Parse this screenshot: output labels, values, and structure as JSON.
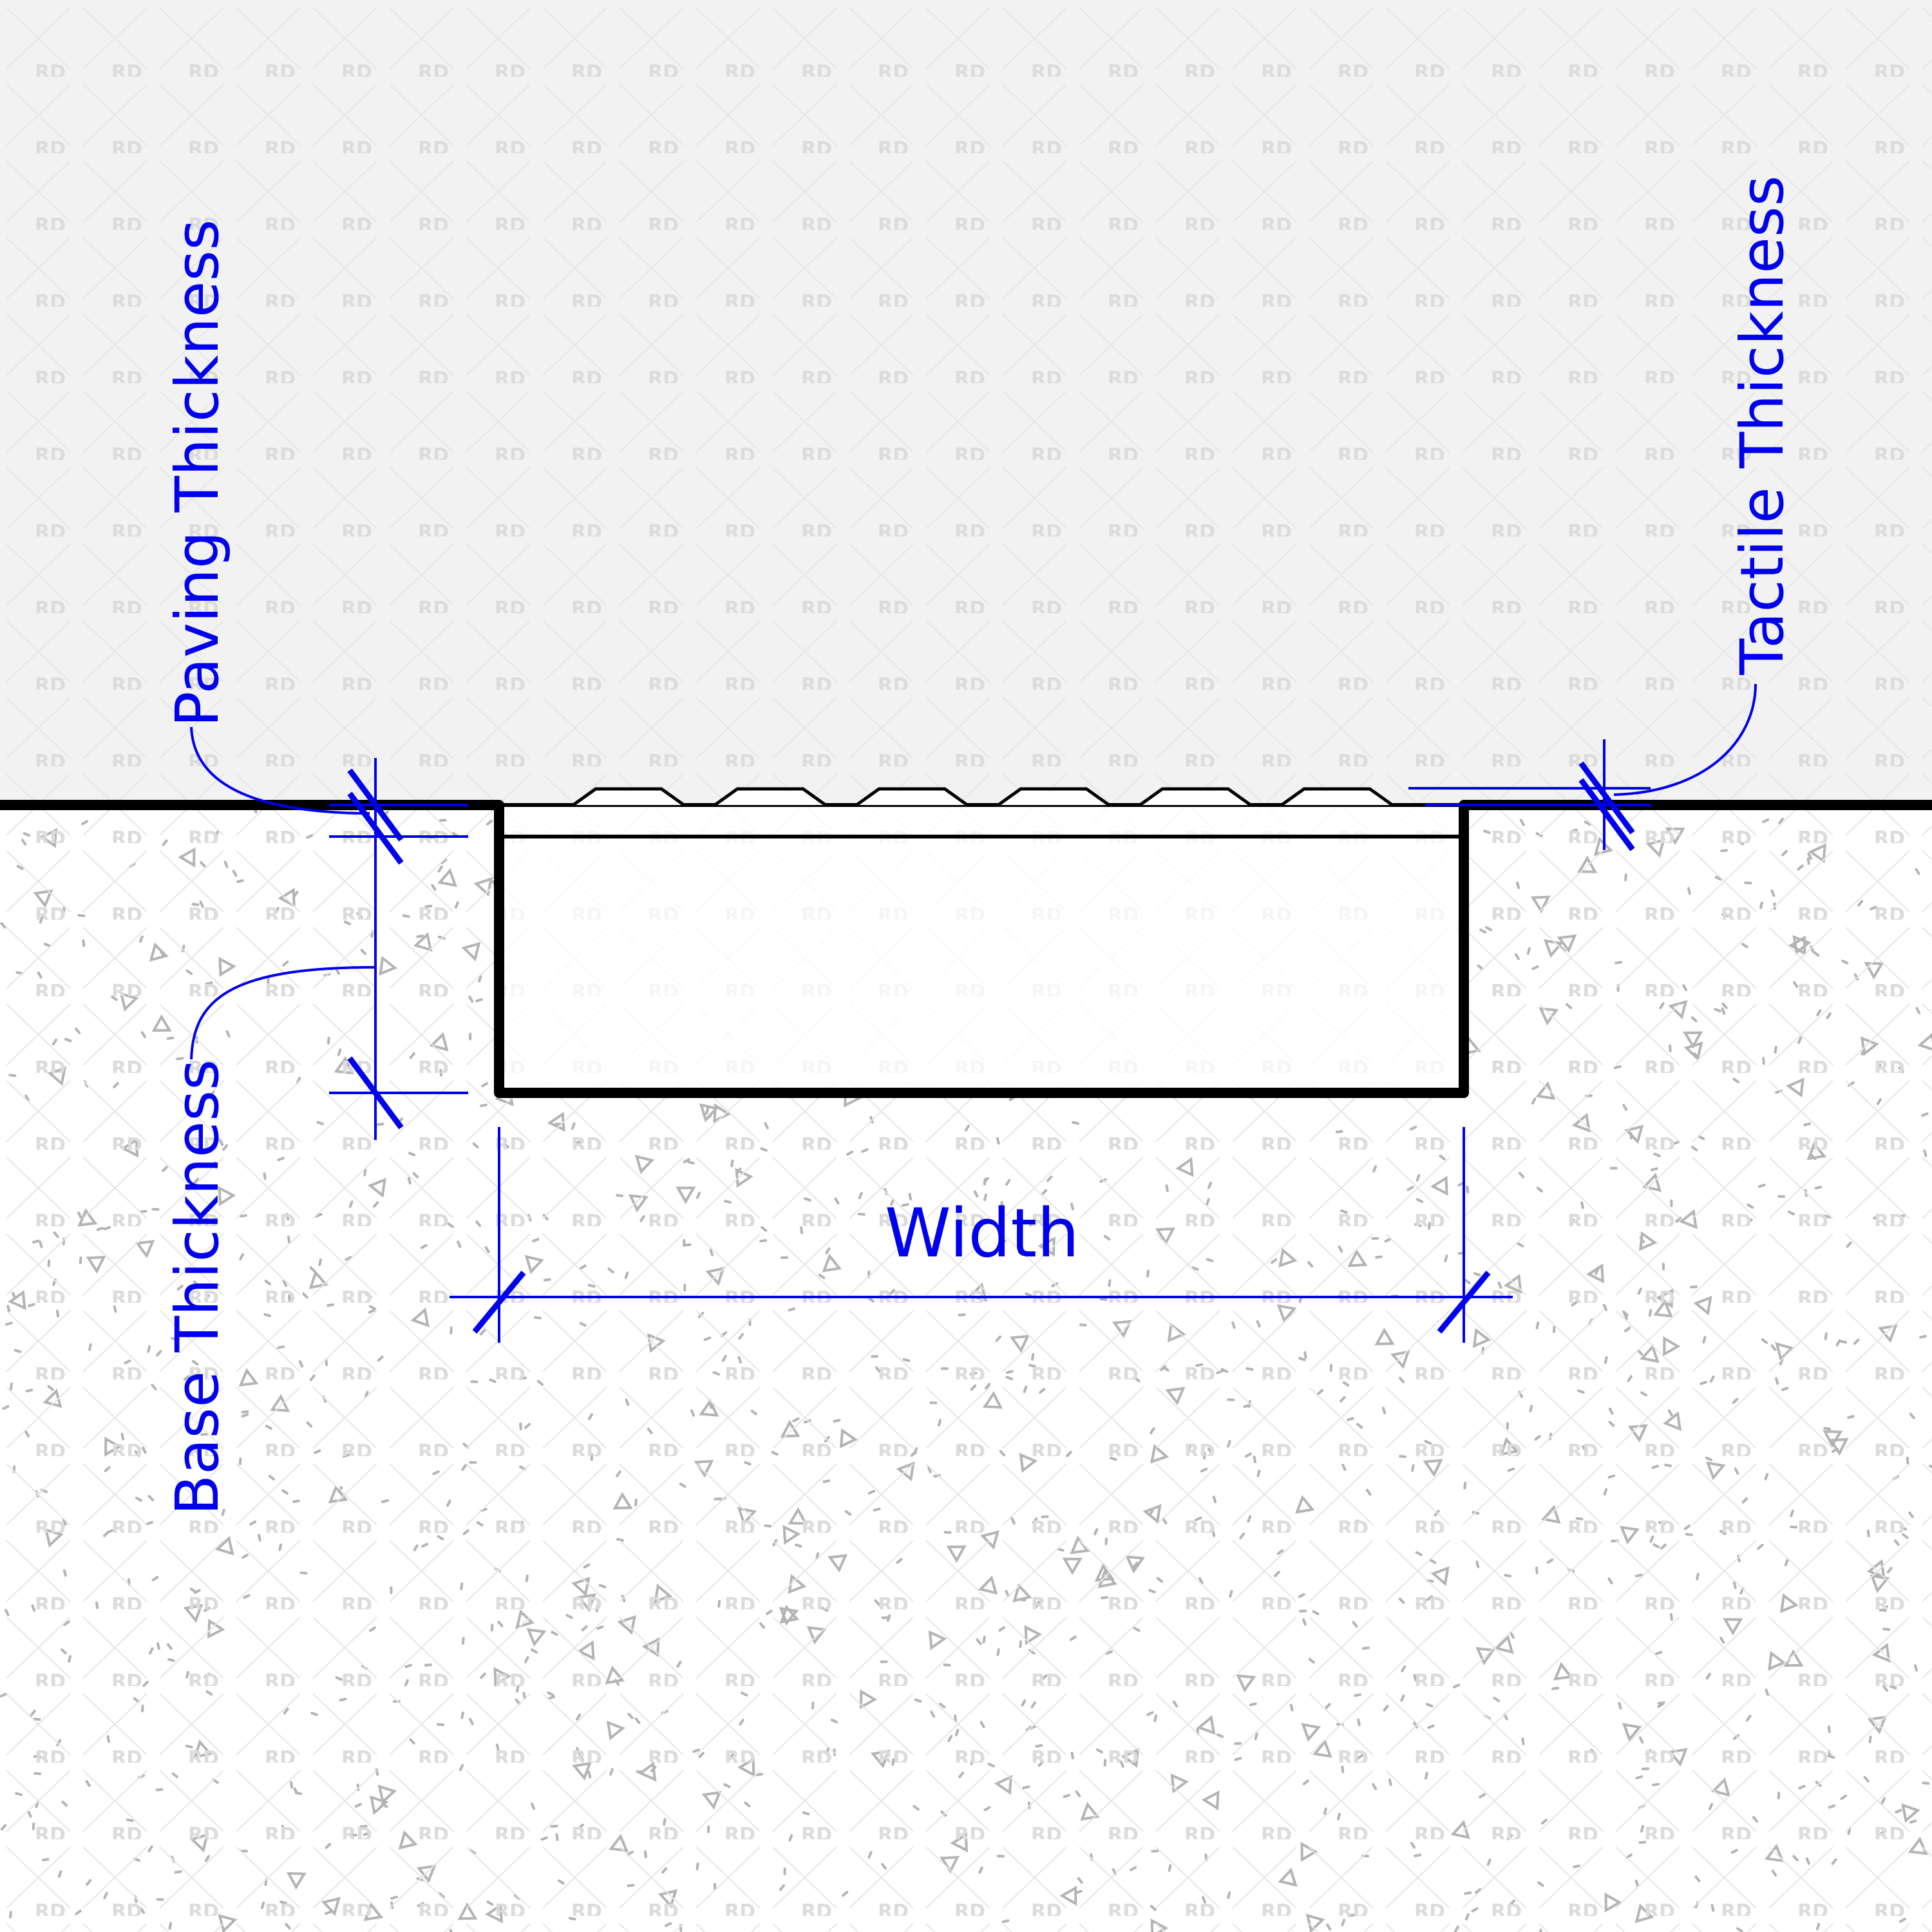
{
  "labels": {
    "paving_thickness": "Paving Thickness",
    "base_thickness": "Base Thickness",
    "tactile_thickness": "Tactile Thickness",
    "width": "Width"
  },
  "watermark": "RD",
  "tactile_bump_count": 6,
  "colors": {
    "dimension": "#0000ee",
    "outline": "#000000",
    "above_ground": "#f2f2f2",
    "below_ground": "#ffffff",
    "hatch": "#b4b4b4"
  }
}
